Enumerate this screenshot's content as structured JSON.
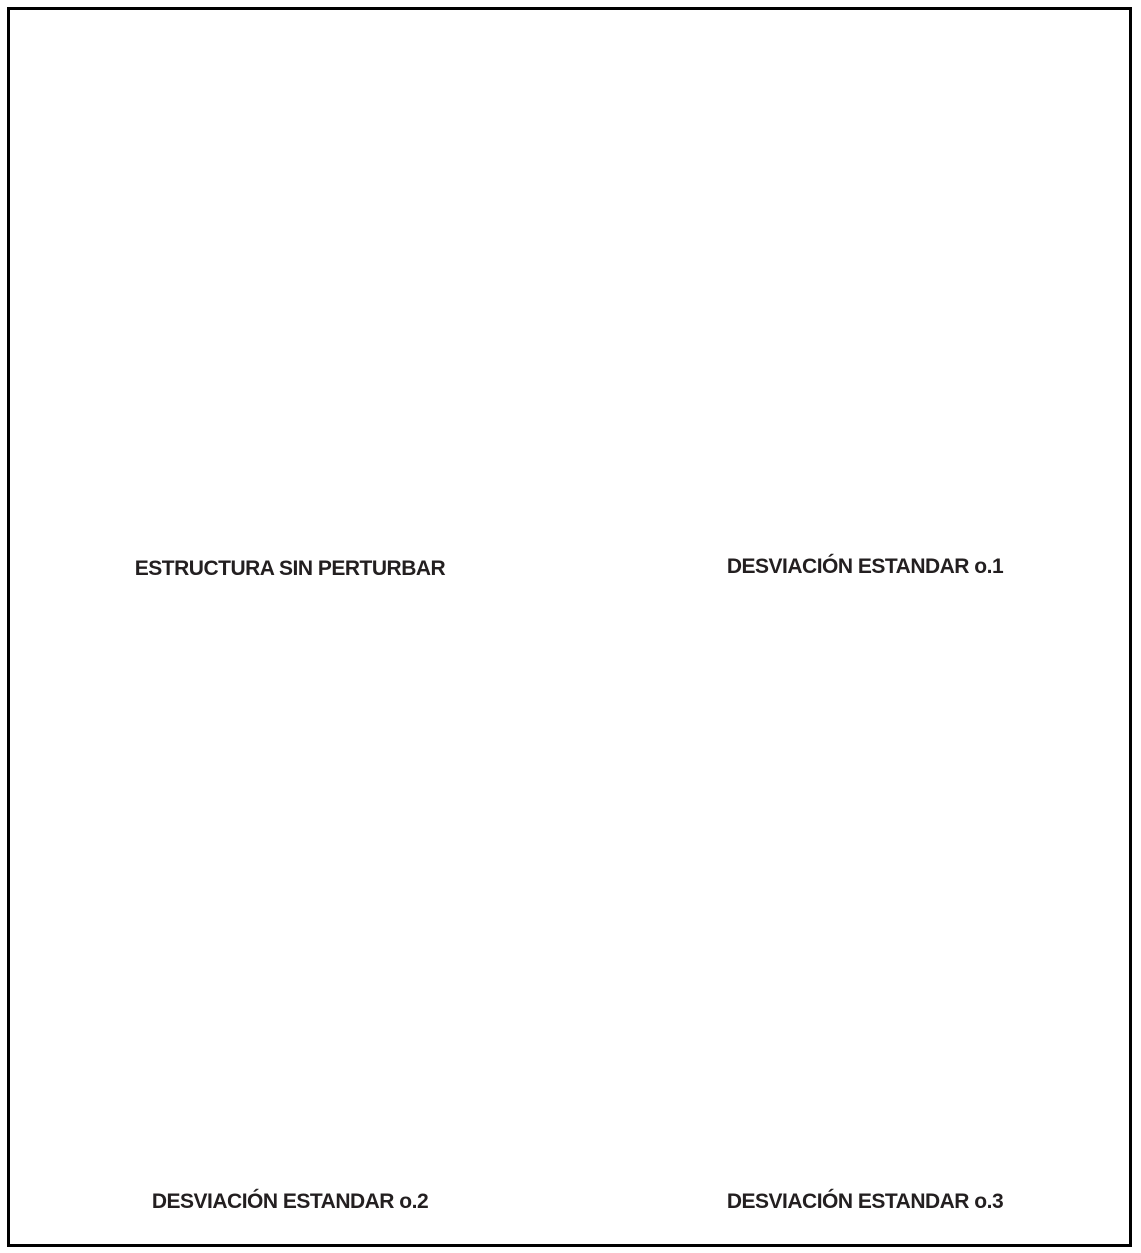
{
  "figure": {
    "line_color": "#f5c400",
    "panels": [
      {
        "caption": "ESTRUCTURA SIN PERTURBAR",
        "deviation": 0.0
      },
      {
        "caption": "DESVIACIÓN ESTANDAR o.1",
        "deviation": 0.1
      },
      {
        "caption": "DESVIACIÓN ESTANDAR o.2",
        "deviation": 0.2
      },
      {
        "caption": "DESVIACIÓN ESTANDAR o.3",
        "deviation": 0.3
      }
    ]
  }
}
